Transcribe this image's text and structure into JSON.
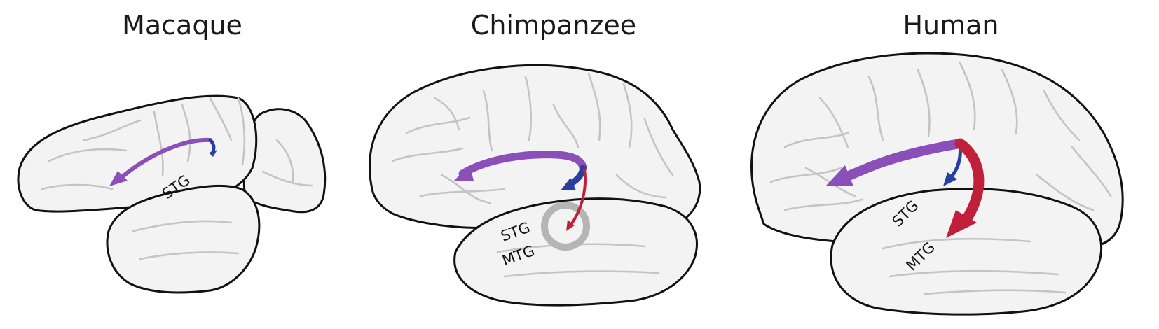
{
  "panels": [
    {
      "title": "Macaque",
      "labels": {
        "stg": "STG"
      }
    },
    {
      "title": "Chimpanzee",
      "labels": {
        "stg": "STG",
        "mtg": "MTG"
      }
    },
    {
      "title": "Human",
      "labels": {
        "stg": "STG",
        "mtg": "MTG"
      }
    }
  ],
  "colors": {
    "dorsal_pathway": "#8a4fb8",
    "ventral_stg_pathway": "#2740a0",
    "ventral_mtg_pathway": "#c0203a",
    "highlight_ring": "#b5b5b5"
  }
}
